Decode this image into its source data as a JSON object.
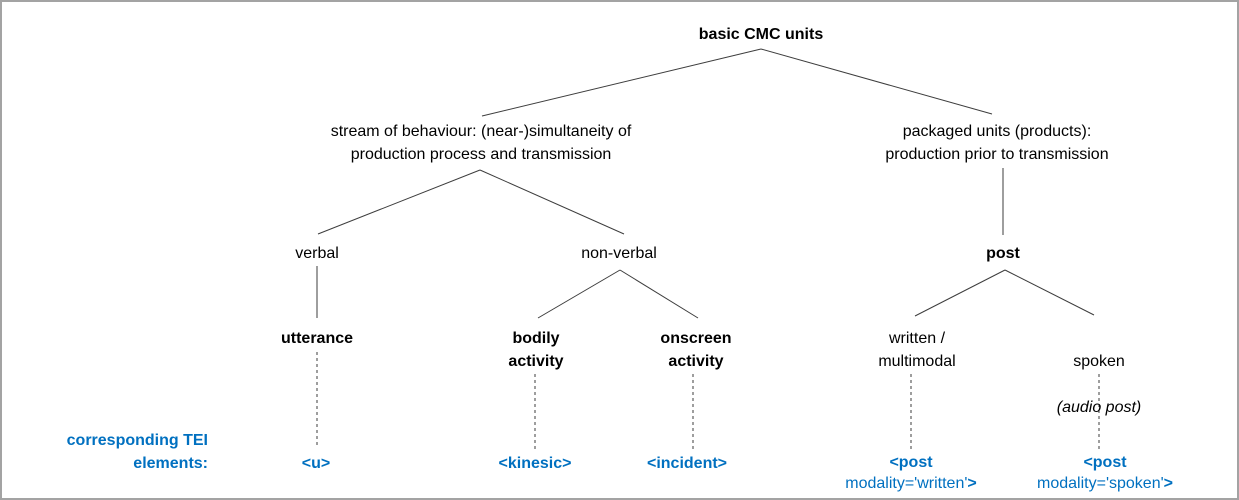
{
  "colors": {
    "accent_blue": "#0070C0",
    "line_color": "#3d3d3d",
    "frame_color": "#a3a3a3"
  },
  "tree": {
    "root": "basic CMC units",
    "stream": "stream of behaviour: (near-)simultaneity of\nproduction process and transmission",
    "packaged": "packaged units (products):\nproduction prior to transmission",
    "verbal": "verbal",
    "nonverbal": "non-verbal",
    "post": "post",
    "utterance": "utterance",
    "bodily_activity": "bodily\nactivity",
    "onscreen_activity": "onscreen\nactivity",
    "written_multimodal": "written /\nmultimodal",
    "spoken": "spoken",
    "spoken_note": "(audio post)"
  },
  "tei": {
    "caption": "corresponding TEI\nelements:",
    "u": "<u>",
    "kinesic": "<kinesic>",
    "incident": "<incident>",
    "post_written_open": "<post",
    "post_written_attr": "modality='written'",
    "post_written_close": ">",
    "post_spoken_open": "<post",
    "post_spoken_attr": "modality='spoken'",
    "post_spoken_close": ">"
  }
}
